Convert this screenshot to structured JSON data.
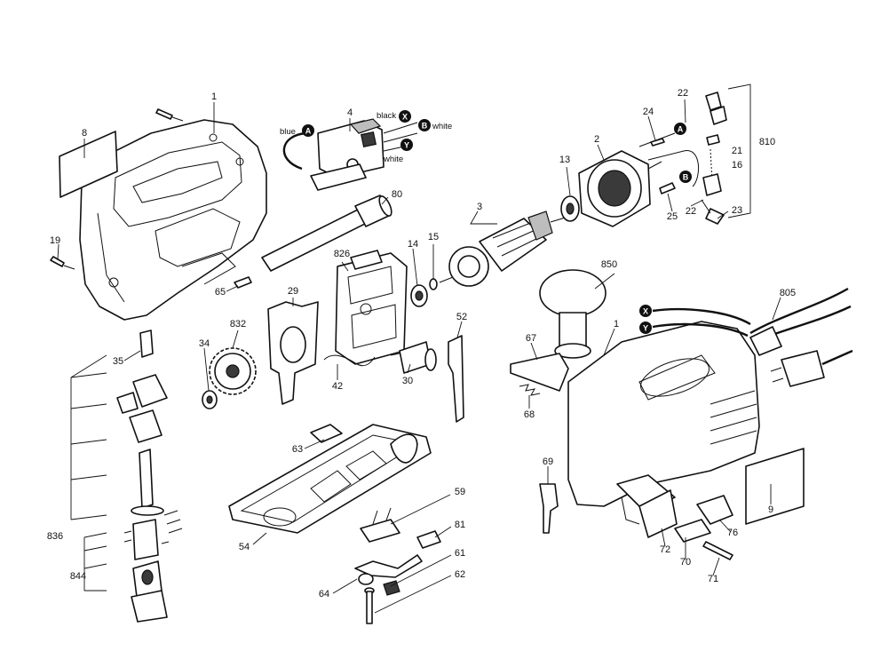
{
  "callouts": {
    "p1": "1",
    "p1b": "1",
    "p2": "2",
    "p3": "3",
    "p4": "4",
    "p8": "8",
    "p9": "9",
    "p13": "13",
    "p14": "14",
    "p15": "15",
    "p16": "16",
    "p19": "19",
    "p21": "21",
    "p22a": "22",
    "p22b": "22",
    "p23": "23",
    "p24": "24",
    "p25": "25",
    "p29": "29",
    "p30": "30",
    "p34": "34",
    "p35": "35",
    "p42": "42",
    "p52": "52",
    "p54": "54",
    "p59": "59",
    "p61": "61",
    "p62": "62",
    "p63": "63",
    "p64": "64",
    "p65": "65",
    "p67": "67",
    "p68": "68",
    "p69": "69",
    "p70": "70",
    "p71": "71",
    "p72": "72",
    "p76": "76",
    "p80": "80",
    "p81": "81",
    "p805": "805",
    "p810": "810",
    "p826": "826",
    "p832": "832",
    "p836": "836",
    "p844": "844",
    "p850": "850"
  },
  "wire_labels": {
    "blue": "blue",
    "black": "black",
    "white_b": "white",
    "white_y": "white"
  },
  "connectors": {
    "A": "A",
    "B": "B",
    "X": "X",
    "Y": "Y"
  }
}
